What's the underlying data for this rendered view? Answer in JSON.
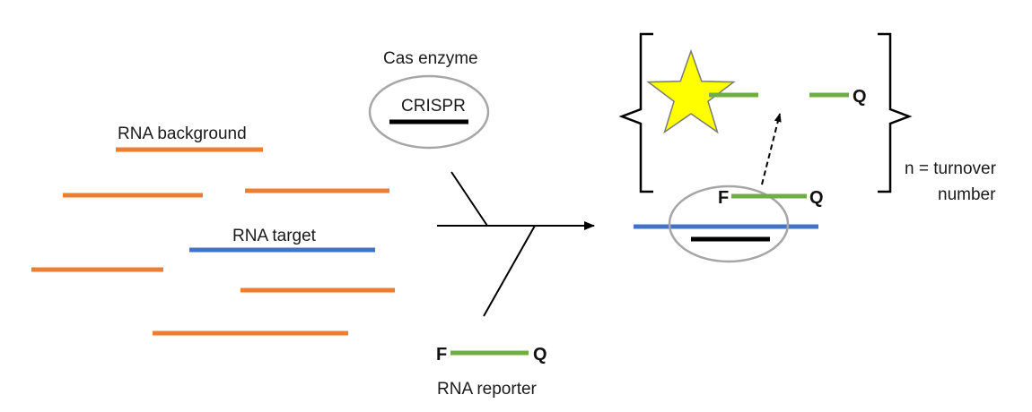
{
  "labels": {
    "cas_enzyme": "Cas enzyme",
    "crispr": "CRISPR",
    "rna_background": "RNA background",
    "rna_target": "RNA target",
    "rna_reporter": "RNA reporter",
    "turnover_line1": "n = turnover",
    "turnover_line2": "number"
  },
  "reporter": {
    "fluorophore": "F",
    "quencher": "Q"
  },
  "bound_complex": {
    "fluorophore": "F",
    "quencher": "Q"
  },
  "cleaved_products": {
    "quencher": "Q"
  },
  "colors": {
    "background_rna": "#ED7D31",
    "target_rna": "#4472C4",
    "reporter_strand": "#70AD47",
    "crispr_guide": "#000000",
    "enzyme_outline": "#A6A6A6",
    "star_fill": "#FFFF00",
    "arrows": "#000000"
  },
  "icons": {
    "fluorophore_released": "star-icon"
  }
}
